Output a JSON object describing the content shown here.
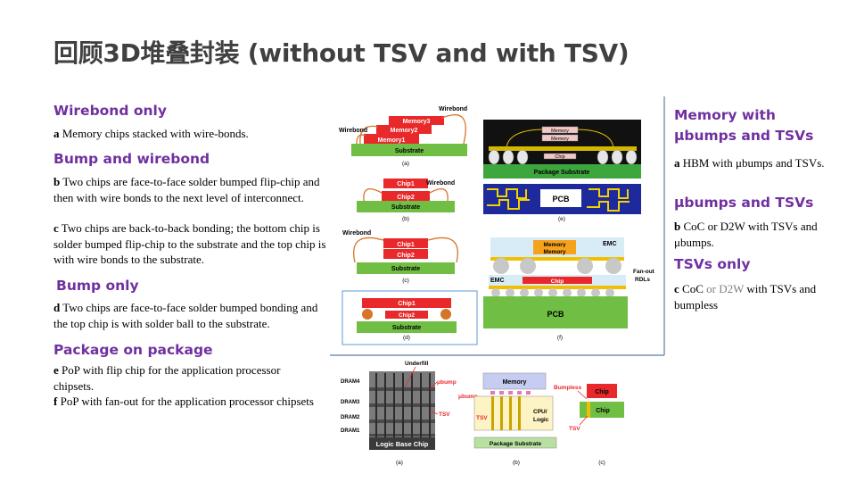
{
  "title": "回顾3D堆叠封装 (without TSV and with TSV)",
  "left": {
    "s1_heading": "Wirebond only",
    "s1_a_letter": "a",
    "s1_a_text": " Memory chips stacked with wire-bonds.",
    "s2_heading": "Bump and wirebond",
    "s2_b_letter": "b",
    "s2_b_text": " Two chips are face-to-face solder bumped flip-chip and then with wire bonds to the next level of interconnect.",
    "s2_c_letter": "c",
    "s2_c_text": " Two chips are back-to-back bonding; the bottom chip is solder bumped flip-chip to the substrate and the top chip is with wire bonds to the substrate.",
    "s3_heading": "Bump only",
    "s3_d_letter": "d",
    "s3_d_text": " Two chips are face-to-face solder bumped bonding and the top chip is with solder ball to the substrate.",
    "s4_heading": "Package on package",
    "s4_e_letter": "e",
    "s4_e_text": " PoP with flip chip for the application processor chipsets.",
    "s4_f_letter": "f",
    "s4_f_text": " PoP with fan-out for the application processor chipsets"
  },
  "right": {
    "r1_heading_l1": "Memory with",
    "r1_heading_l2": "μbumps and TSVs",
    "r1_a_letter": "a",
    "r1_a_text": " HBM with μbumps and TSVs.",
    "r2_heading": "μbumps and TSVs",
    "r2_b_letter": "b",
    "r2_b_text": " CoC or D2W with TSVs and μbumps.",
    "r3_heading": "TSVs only",
    "r3_c_letter": "c",
    "r3_c_pre": " CoC ",
    "r3_c_or": "or D2W",
    "r3_c_post": " with TSVs and bumpless"
  },
  "fig1": {
    "a_wirebond_left": "Wirebond",
    "a_wirebond_right": "Wirebond",
    "a_memory3": "Memory3",
    "a_memory2": "Memory2",
    "a_memory1": "Memory1",
    "a_substrate": "Substrate",
    "a_caption": "(a)",
    "b_chip1": "Chip1",
    "b_chip2": "Chip2",
    "b_wirebond": "Wirebond",
    "b_substrate": "Substrate",
    "b_caption": "(b)",
    "c_wirebond": "Wirebond",
    "c_chip1": "Chip1",
    "c_chip2": "Chip2",
    "c_substrate": "Substrate",
    "c_caption": "(c)",
    "d_chip1": "Chip1",
    "d_chip2": "Chip2",
    "d_substrate": "Substrate",
    "d_caption": "(d)",
    "e_memory_top": "Memory",
    "e_memory_bottom": "Memory",
    "e_chip": "Chip",
    "e_package_substrate": "Package Substrate",
    "e_pcb": "PCB",
    "e_caption": "(e)",
    "f_memory_top": "Memory",
    "f_memory_bottom": "Memory",
    "f_emc_right": "EMC",
    "f_emc_left": "EMC",
    "f_chip": "Chip",
    "f_fanout": "Fan-out",
    "f_rdls": "RDLs",
    "f_pcb": "PCB",
    "f_caption": "(f)"
  },
  "fig2": {
    "a_underfill": "Underfill",
    "a_dram4": "DRAM4",
    "a_dram3": "DRAM3",
    "a_dram2": "DRAM2",
    "a_dram1": "DRAM1",
    "a_ubump": "μbump",
    "a_tsv": "TSV",
    "a_logic_base": "Logic Base Chip",
    "a_caption": "(a)",
    "b_memory": "Memory",
    "b_ubump": "μbump",
    "b_tsv": "TSV",
    "b_cpu_l1": "CPU/",
    "b_cpu_l2": "Logic",
    "b_package_substrate": "Package Substrate",
    "b_caption": "(b)",
    "c_bumpless": "Bumpless",
    "c_chip_top": "Chip",
    "c_chip_bottom": "Chip",
    "c_tsv": "TSV",
    "c_caption": "(c)"
  }
}
